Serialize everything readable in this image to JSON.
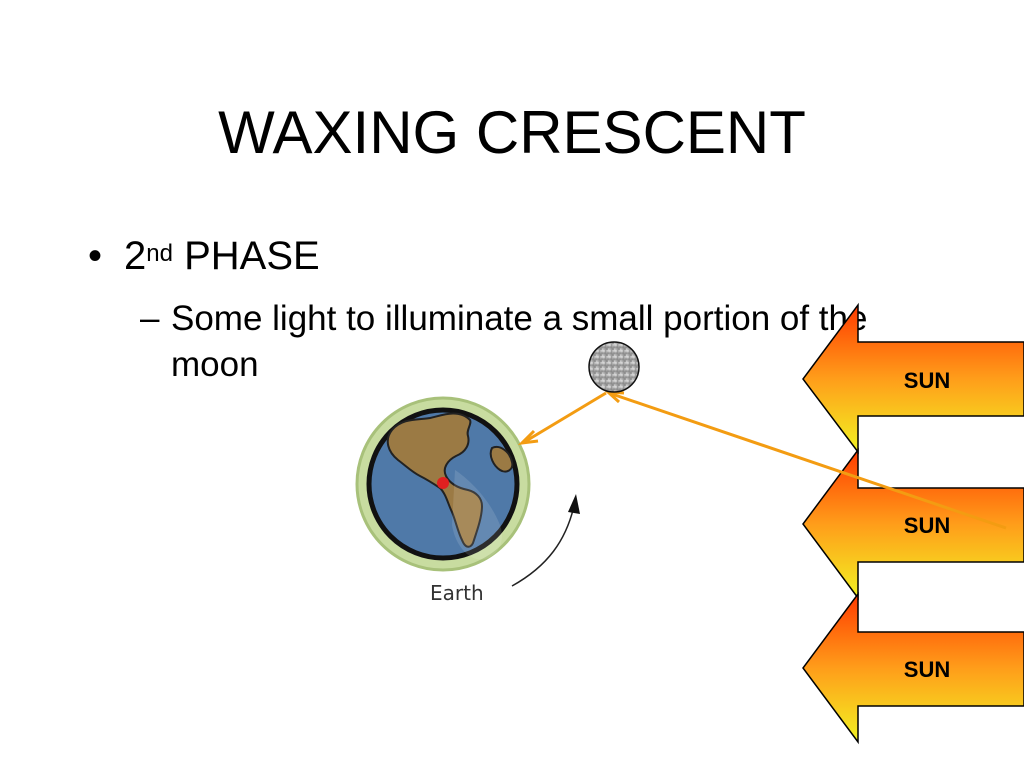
{
  "slide": {
    "title": "WAXING CRESCENT",
    "bullet": {
      "marker": "•",
      "number": "2",
      "superscript": "nd",
      "text": "PHASE"
    },
    "sub_bullet": {
      "marker": "–",
      "text": "Some light to illuminate a small portion of the moon"
    }
  },
  "diagram": {
    "earth_label": "Earth",
    "sun_labels": [
      "SUN",
      "SUN",
      "SUN"
    ],
    "colors": {
      "light_ray": "#f39c12",
      "sun_top": "#ff3b00",
      "sun_bottom": "#f2f222",
      "earth_ocean": "#4f79a8",
      "earth_land": "#9b7a44",
      "earth_rim": "#a8c17a"
    }
  }
}
